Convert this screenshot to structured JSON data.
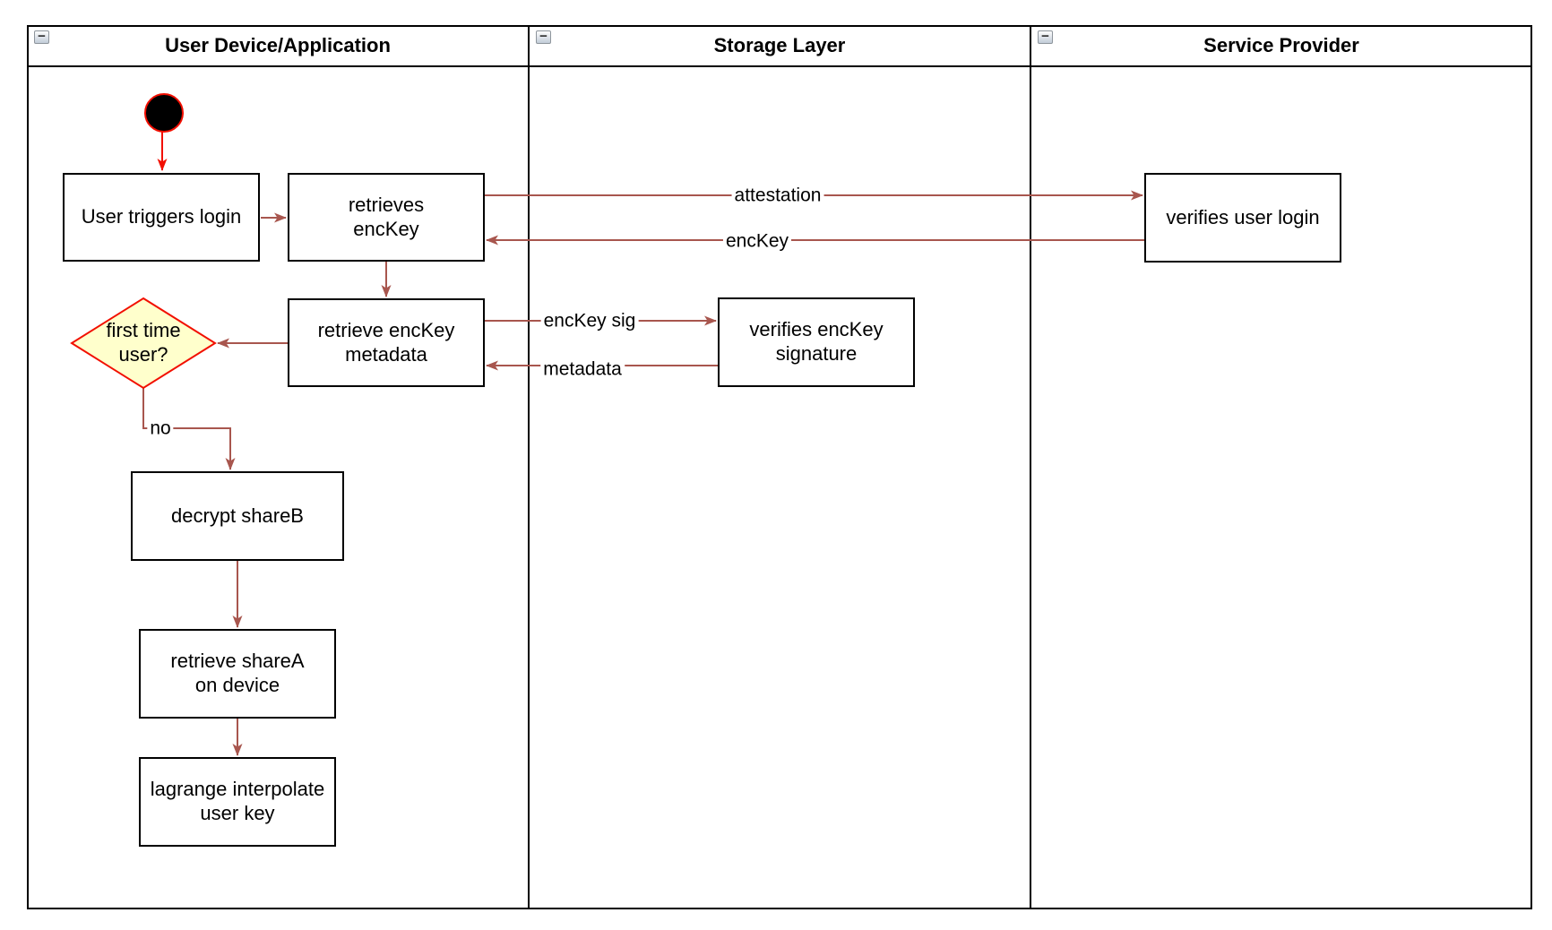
{
  "pool": {
    "lanes": [
      {
        "title": "User Device/Application",
        "collapse_glyph": "−"
      },
      {
        "title": "Storage Layer",
        "collapse_glyph": "−"
      },
      {
        "title": "Service Provider",
        "collapse_glyph": "−"
      }
    ]
  },
  "nodes": {
    "user_triggers_login": {
      "label": "User triggers login"
    },
    "retrieves_enckey": {
      "label": "retrieves\nencKey"
    },
    "retrieve_enckey_metadata": {
      "label": "retrieve encKey\nmetadata"
    },
    "first_time_user": {
      "label": "first time\nuser?"
    },
    "decrypt_shareb": {
      "label": "decrypt shareB"
    },
    "retrieve_sharea_on_device": {
      "label": "retrieve shareA\non device"
    },
    "lagrange_interpolate_user_key": {
      "label": "lagrange interpolate\nuser key"
    },
    "verifies_enckey_signature": {
      "label": "verifies encKey\nsignature"
    },
    "verifies_user_login": {
      "label": "verifies user login"
    }
  },
  "edges": {
    "attestation": {
      "label": "attestation"
    },
    "enckey_return": {
      "label": "encKey"
    },
    "enckey_sig": {
      "label": "encKey sig"
    },
    "metadata_return": {
      "label": "metadata"
    },
    "no_branch": {
      "label": "no"
    }
  },
  "colors": {
    "flow_arrow": "#a8564e",
    "start_red": "#f20f00",
    "decision_fill": "#ffffcc",
    "decision_border": "#f20f00",
    "node_border": "#000000",
    "lane_border": "#000000"
  }
}
